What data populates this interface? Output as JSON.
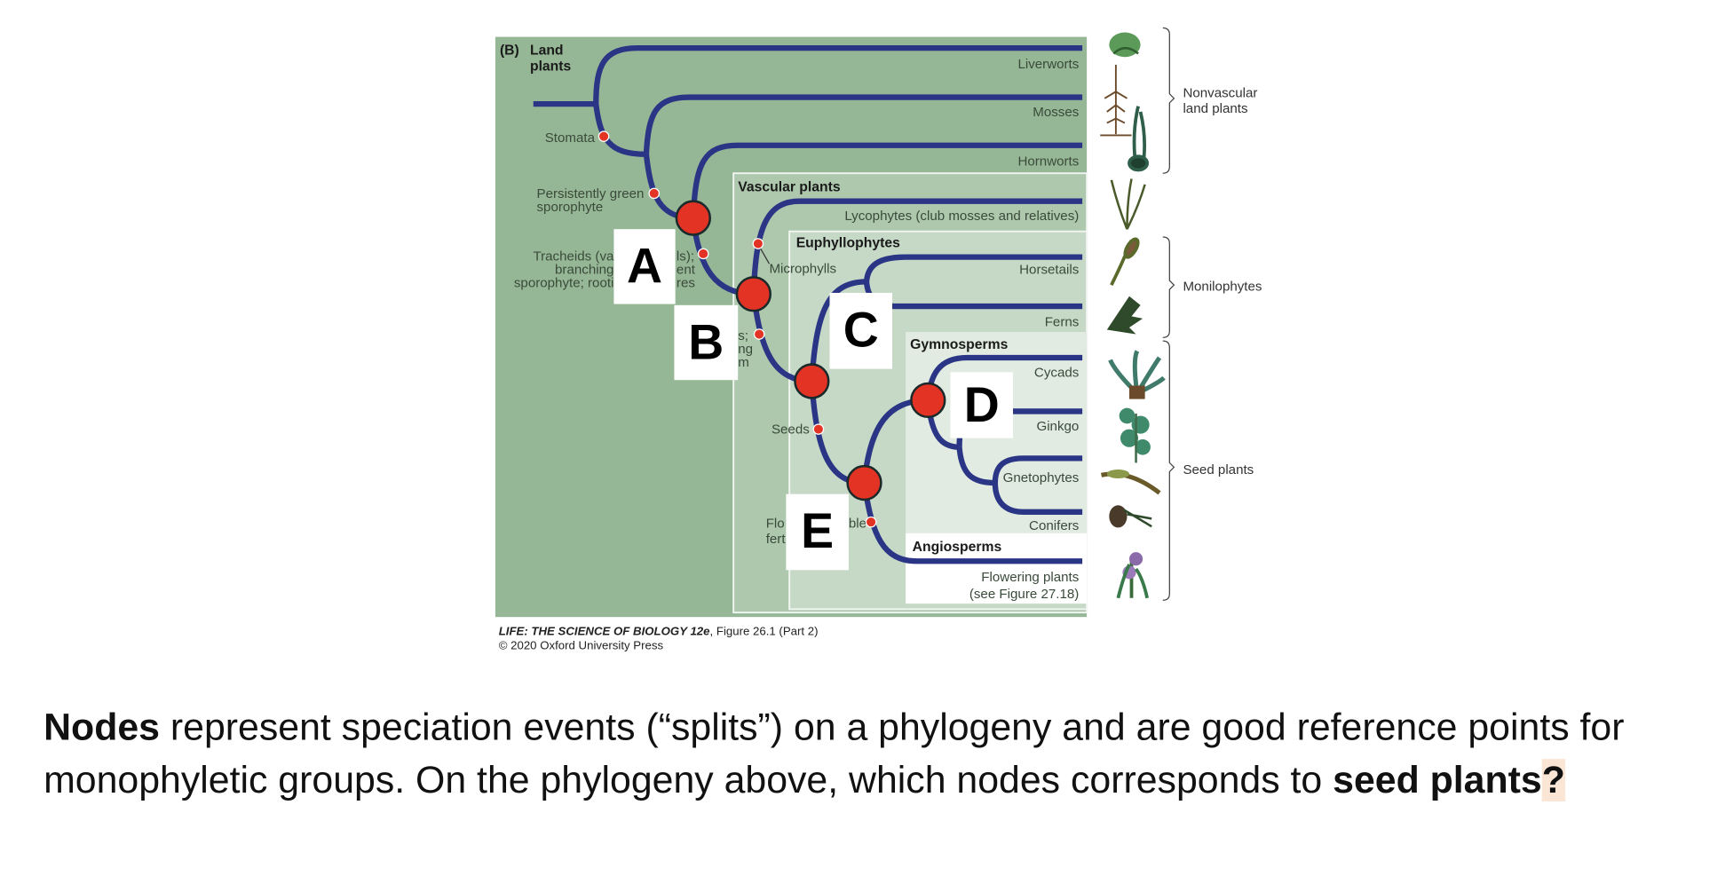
{
  "figure": {
    "panel_label": "(B)",
    "title_line1": "Land",
    "title_line2": "plants",
    "taxa": [
      "Liverworts",
      "Mosses",
      "Hornworts",
      "Lycophytes (club mosses and relatives)",
      "Horsetails",
      "Ferns",
      "Cycads",
      "Ginkgo",
      "Gnetophytes",
      "Conifers",
      "Flowering plants",
      "(see Figure 27.18)"
    ],
    "clades": {
      "vascular": "Vascular plants",
      "euphyllophytes": "Euphyllophytes",
      "gymnosperms": "Gymnosperms",
      "angiosperms": "Angiosperms"
    },
    "traits": {
      "stomata": "Stomata",
      "persistent_1": "Persistently green",
      "persistent_2": "sporophyte",
      "tracheids_1": "Tracheids (va",
      "tracheids_1b": "ls);",
      "tracheids_2": "branching",
      "tracheids_2b": "ent",
      "tracheids_3": "sporophyte; rooti",
      "tracheids_3b": "res",
      "microphylls": "Microphylls",
      "b_partial_1": "s;",
      "b_partial_2": "ng",
      "b_partial_3": "m",
      "seeds": "Seeds",
      "flower_1": "Flo",
      "flower_1b": "ble",
      "flower_2": "fert"
    },
    "node_letters": [
      "A",
      "B",
      "C",
      "D",
      "E"
    ],
    "groups": [
      "Nonvascular",
      "land plants",
      "Monilophytes",
      "Seed plants"
    ],
    "caption_title": "LIFE: THE SCIENCE OF BIOLOGY 12e",
    "caption_rest": ", Figure 26.1 (Part 2)",
    "caption_copyright": "© 2020 Oxford University Press",
    "colors": {
      "branch": "#2b3585",
      "node": "#e33324",
      "panel": "#96b796"
    }
  },
  "question": {
    "bold1": "Nodes",
    "text1": " represent speciation events (“splits”) on a phylogeny and are good reference points for monophyletic groups. On the phylogeny above, which nodes corresponds to ",
    "bold2": "seed plants",
    "mark": "?"
  }
}
